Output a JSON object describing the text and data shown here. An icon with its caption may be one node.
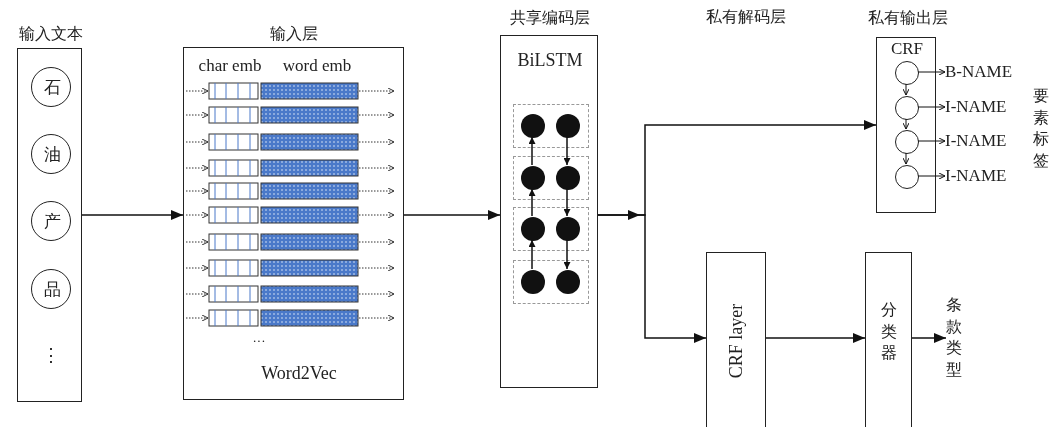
{
  "diagram": {
    "nodes": [
      {
        "text": [
          "输入文本",
          "⋮"
        ]
      },
      {
        "text": [
          "石"
        ],
        "in": 0
      },
      {
        "text": [
          "油"
        ],
        "in": 0
      },
      {
        "text": [
          "产"
        ],
        "in": 0
      },
      {
        "text": [
          "品"
        ],
        "in": 0
      },
      {
        "text": [
          "输入层",
          "char emb",
          "word emb",
          "···",
          "Word2Vec"
        ]
      },
      {
        "text": [
          "共享编码层",
          "BiLSTM"
        ]
      },
      {
        "text": [],
        "shape": "circle",
        "in": 6
      },
      {
        "text": [],
        "shape": "circle",
        "in": 6
      },
      {
        "text": [],
        "shape": "circle",
        "in": 6
      },
      {
        "text": [],
        "shape": "circle",
        "in": 6
      },
      {
        "text": [],
        "shape": "circle",
        "in": 6
      },
      {
        "text": [],
        "shape": "circle",
        "in": 6
      },
      {
        "text": [],
        "shape": "circle",
        "in": 6
      },
      {
        "text": [],
        "shape": "circle",
        "in": 6
      },
      {
        "text": [
          "CRF layer"
        ]
      },
      {
        "text": [
          "私有输出层",
          "CRF"
        ]
      },
      {
        "text": [],
        "shape": "circle",
        "in": 16
      },
      {
        "text": [],
        "shape": "circle",
        "in": 16
      },
      {
        "text": [],
        "shape": "circle",
        "in": 16
      },
      {
        "text": [],
        "shape": "circle",
        "in": 16
      },
      {
        "text": [
          "B-NAME"
        ]
      },
      {
        "text": [
          "I-NAME"
        ]
      },
      {
        "text": [
          "I-NAME"
        ]
      },
      {
        "text": [
          "I-NAME"
        ]
      },
      {
        "text": [
          "分类器"
        ]
      },
      {
        "text": [
          "条款类型"
        ]
      }
    ],
    "edges": [
      {
        "from": 0,
        "to": 5,
        "arrow": "to"
      },
      {
        "from": 5,
        "to": 6,
        "arrow": "to"
      },
      {
        "from": 6,
        "to": 16,
        "arrow": "to"
      },
      {
        "from": 6,
        "to": 15,
        "arrow": "to"
      },
      {
        "from": 15,
        "to": 25,
        "arrow": "to"
      },
      {
        "from": 25,
        "to": 26,
        "arrow": "to"
      },
      {
        "from": 13,
        "to": 11,
        "arrow": "to"
      },
      {
        "from": 11,
        "to": 9,
        "arrow": "to"
      },
      {
        "from": 9,
        "to": 7,
        "arrow": "to"
      },
      {
        "from": 8,
        "to": 10,
        "arrow": "to"
      },
      {
        "from": 10,
        "to": 12,
        "arrow": "to"
      },
      {
        "from": 12,
        "to": 14,
        "arrow": "to"
      },
      {
        "from": 17,
        "to": 18,
        "arrow": "to"
      },
      {
        "from": 18,
        "to": 19,
        "arrow": "to"
      },
      {
        "from": 19,
        "to": 20,
        "arrow": "to"
      },
      {
        "from": 17,
        "to": 21,
        "arrow": "to"
      },
      {
        "from": 18,
        "to": 22,
        "arrow": "to"
      },
      {
        "from": 19,
        "to": 23,
        "arrow": "to"
      },
      {
        "from": 20,
        "to": 24,
        "arrow": "to"
      }
    ],
    "labels": [
      "私有解码层",
      "要素标签"
    ]
  }
}
